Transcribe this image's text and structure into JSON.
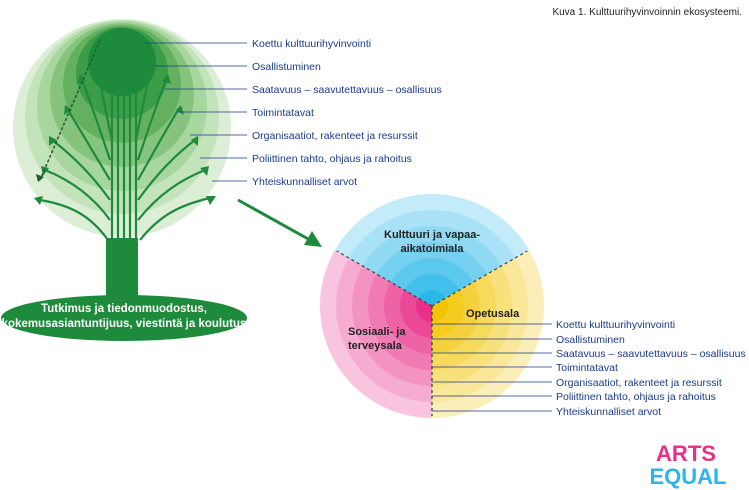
{
  "caption": "Kuva 1. Kulttuurihyvinvoinnin ekosysteemi.",
  "tree": {
    "levels": [
      "Koettu kulttuurihyvinvointi",
      "Osallistuminen",
      "Saatavuus – saavutettavuus – osallisuus",
      "Toimintatavat",
      "Organisaatiot, rakenteet ja resurssit",
      "Poliittinen tahto, ohjaus ja rahoitus",
      "Yhteiskunnalliset arvot"
    ],
    "base_line1": "Tutkimus ja tiedonmuodostus,",
    "base_line2": "kokemusasiantuntijuus, viestintä ja koulutus"
  },
  "circle": {
    "sector_top_line1": "Kulttuuri ja vapaa-",
    "sector_top_line2": "aikatoimiala",
    "sector_left_line1": "Sosiaali- ja",
    "sector_left_line2": "terveysala",
    "sector_right": "Opetusala",
    "levels": [
      "Koettu kulttuurihyvinvointi",
      "Osallistuminen",
      "Saatavuus – saavutettavuus – osallisuus",
      "Toimintatavat",
      "Organisaatiot, rakenteet ja resurssit",
      "Poliittinen tahto, ohjaus ja rahoitus",
      "Yhteiskunnalliset arvot"
    ]
  },
  "logo": {
    "line1": "ARTS",
    "line2": "EQUAL"
  },
  "colors": {
    "tree_green": "#1e8a3c",
    "label_blue": "#1a3a8a",
    "culture": "#29b6e8",
    "social": "#e8308a",
    "education": "#f2c400"
  }
}
